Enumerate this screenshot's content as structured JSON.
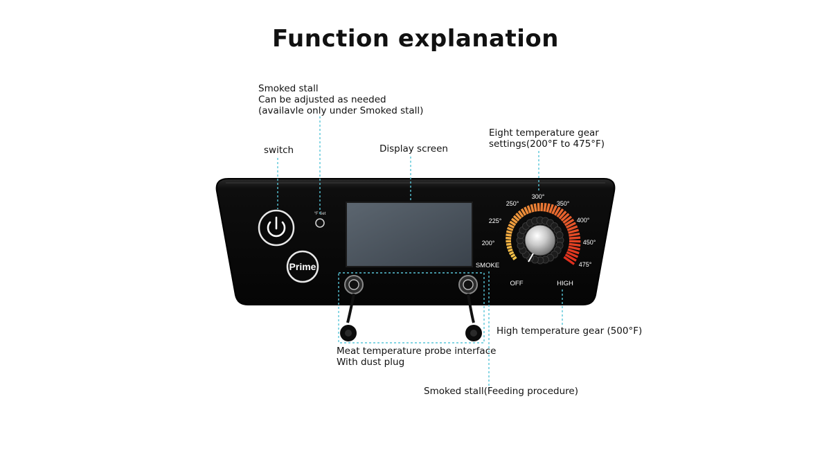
{
  "title": "Function explanation",
  "callouts": {
    "smoked_stall_adjust": [
      "Smoked stall",
      "Can be adjusted as needed",
      "(availavle only under Smoked stall)"
    ],
    "switch": "switch",
    "display_screen": "Display screen",
    "temp_gears": [
      "Eight temperature gear",
      "settings(200°F to 475°F)"
    ],
    "high_gear": "High temperature gear (500°F)",
    "probe_interface": [
      "Meat temperature probe interface",
      "With dust plug"
    ],
    "feeding": "Smoked stall(Feeding procedure)"
  },
  "panel": {
    "prime_label": "Prime",
    "set_label": "°F Set",
    "dial_labels": [
      "SMOKE",
      "200°",
      "225°",
      "250°",
      "300°",
      "350°",
      "400°",
      "450°",
      "475°"
    ],
    "off_label": "OFF",
    "high_label": "HIGH"
  },
  "colors": {
    "panel": "#0b0b0b",
    "guide": "#58c6d8",
    "dial_low": "#f6c64a",
    "dial_high": "#e0301e"
  }
}
